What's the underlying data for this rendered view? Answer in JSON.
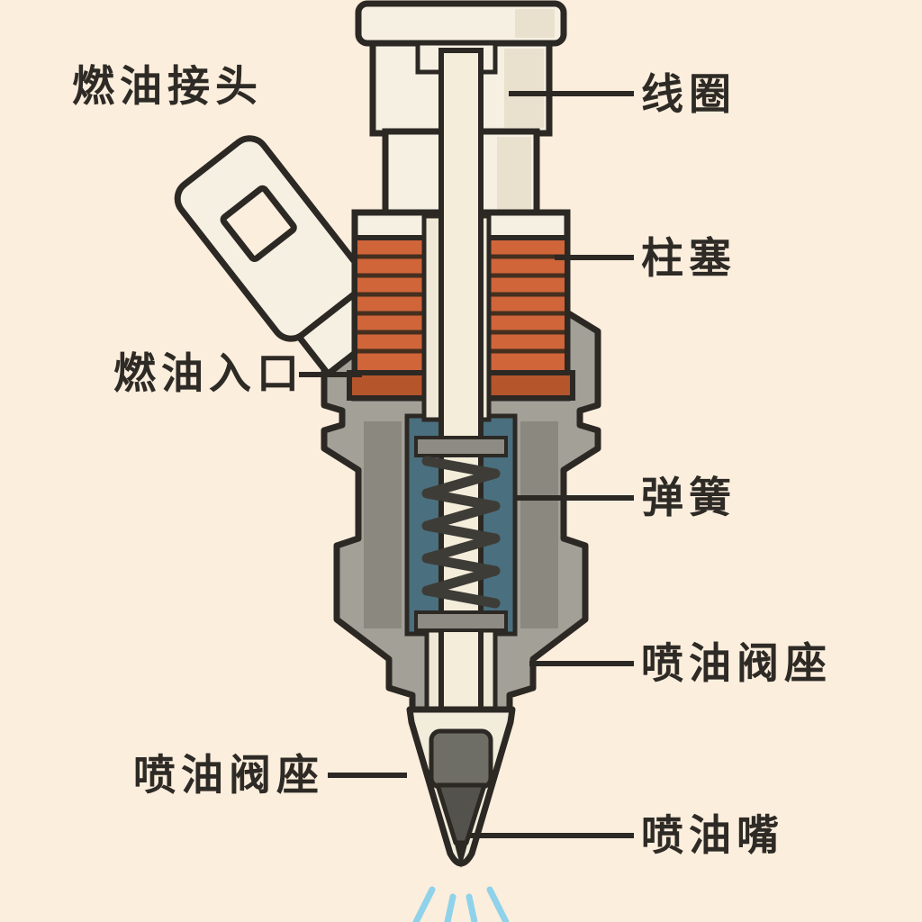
{
  "title": "Fuel injector cutaway diagram",
  "labels": {
    "fuel_connector": "燃油接头",
    "coil": "线圈",
    "plunger": "柱塞",
    "fuel_inlet": "燃油入口",
    "spring": "弹簧",
    "valve_seat_right": "喷油阀座",
    "valve_seat_left": "喷油阀座",
    "nozzle": "喷油嘴"
  },
  "colors": {
    "background": "#fbeedd",
    "outline": "#2c2824",
    "cream_body": "#f6f0e3",
    "coil_orange": "#d0653a",
    "coil_flange_orange": "#b5552c",
    "body_gray": "#a3a098",
    "cavity_teal": "#4a6f7e",
    "spring_dark": "#3e3c37",
    "nozzle_gray": "#6e6d66",
    "spray_blue": "#8fd2ea",
    "label_text": "#2e2a25"
  }
}
